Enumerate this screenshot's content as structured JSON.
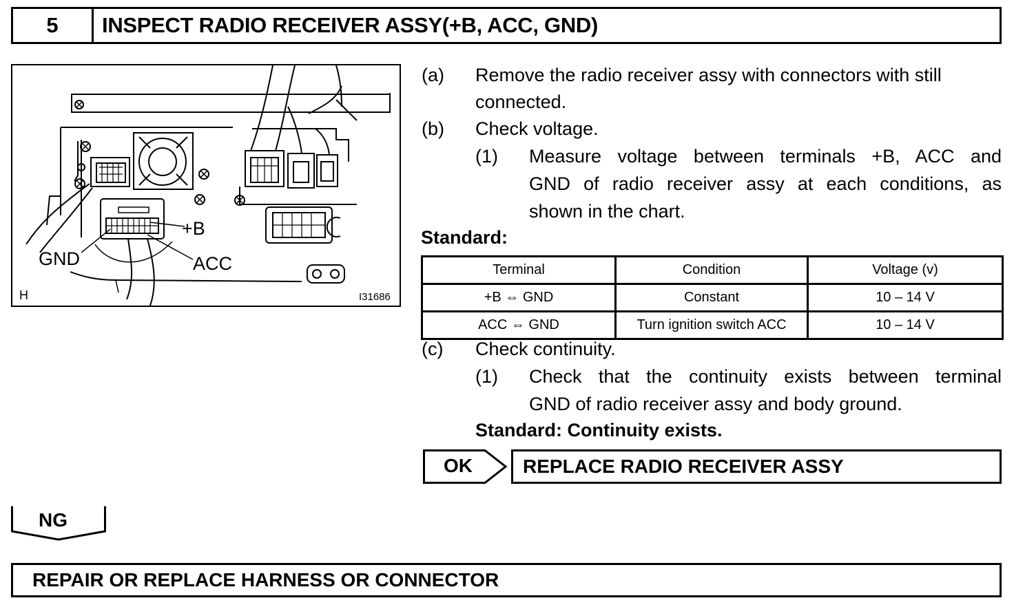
{
  "header": {
    "step_number": "5",
    "title": "INSPECT RADIO RECEIVER ASSY(+B, ACC, GND)"
  },
  "figure": {
    "label_gnd": "GND",
    "label_b": "+B",
    "label_acc": "ACC",
    "corner_letter": "H",
    "figure_id": "I31686"
  },
  "steps": {
    "a_label": "(a)",
    "a_line1": "Remove the radio receiver assy with connectors with still",
    "a_line2": "connected.",
    "b_label": "(b)",
    "b_text": "Check voltage.",
    "b1_label": "(1)",
    "b1_line1": "Measure voltage between terminals +B, ACC and",
    "b1_line2": "GND of radio receiver assy at each conditions, as",
    "b1_line3": "shown in the chart.",
    "standard_label": "Standard:",
    "c_label": "(c)",
    "c_text": "Check continuity.",
    "c1_label": "(1)",
    "c1_line1": "Check that the continuity exists between terminal",
    "c1_line2": "GND of radio receiver assy and body ground.",
    "standard_continuity": "Standard: Continuity exists."
  },
  "table": {
    "headers": [
      "Terminal",
      "Condition",
      "Voltage (v)"
    ],
    "rows": [
      [
        "+B ⇔ GND",
        "Constant",
        "10 – 14 V"
      ],
      [
        "ACC ⇔ GND",
        "Turn ignition switch ACC",
        "10 – 14 V"
      ]
    ]
  },
  "ok": {
    "label": "OK",
    "result": "REPLACE RADIO RECEIVER ASSY"
  },
  "ng": {
    "label": "NG",
    "result": "REPAIR OR REPLACE HARNESS OR CONNECTOR"
  }
}
